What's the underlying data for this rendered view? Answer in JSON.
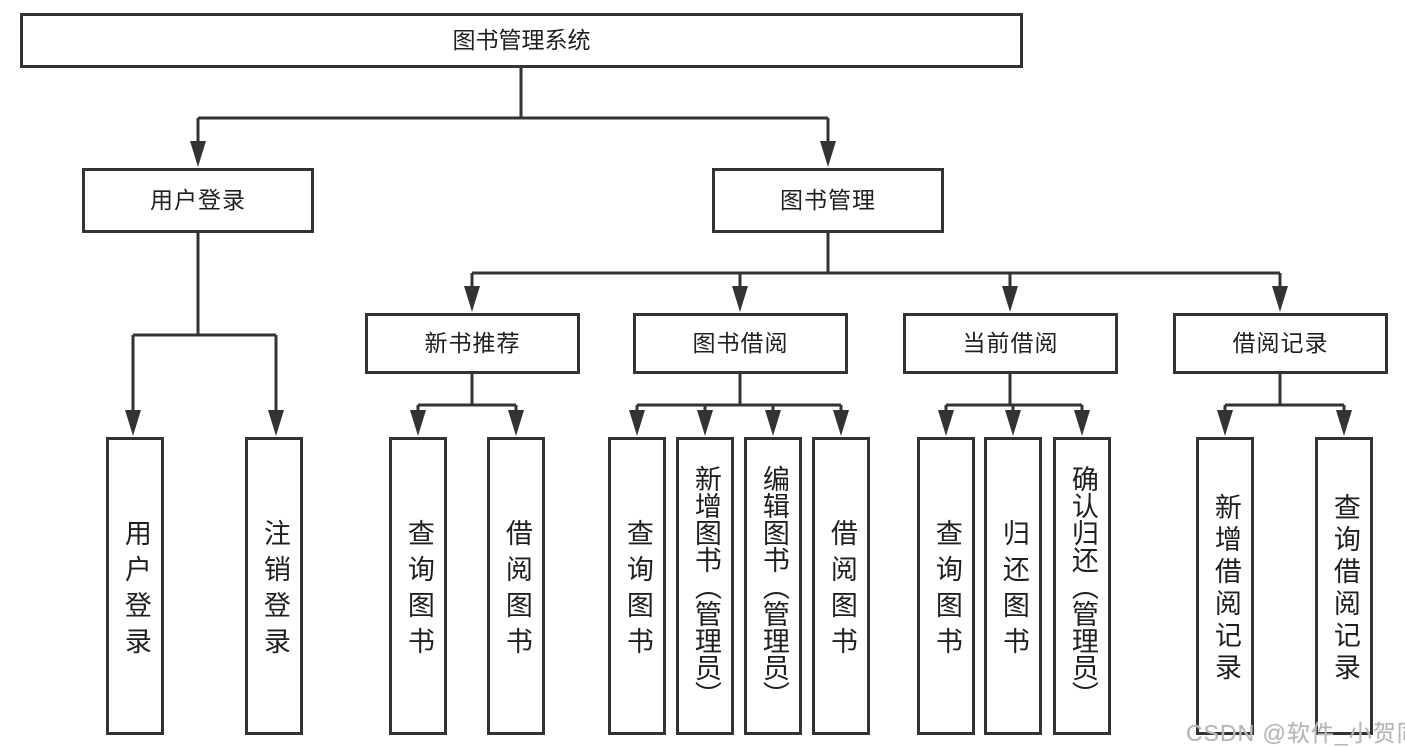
{
  "diagram": {
    "root": "图书管理系统",
    "level2": {
      "user_login": "用户登录",
      "book_mgmt": "图书管理"
    },
    "level3": {
      "new_books": "新书推荐",
      "book_borrow": "图书借阅",
      "current_borrow": "当前借阅",
      "borrow_records": "借阅记录"
    },
    "leaves": {
      "login": [
        "用户登录",
        "注销登录"
      ],
      "new_books": [
        "查询图书",
        "借阅图书"
      ],
      "book_borrow": [
        "查询图书",
        "新增图书（管理员）",
        "编辑图书（管理员）",
        "借阅图书"
      ],
      "current_borrow": [
        "查询图书",
        "归还图书",
        "确认归还（管理员）"
      ],
      "borrow_records": [
        "新增借阅记录",
        "查询借阅记录"
      ]
    }
  },
  "watermark": "CSDN @软件_小贺同学",
  "colors": {
    "line": "#333333",
    "text": "#1f1f1f",
    "watermark": "#b6b6b6",
    "background": "#ffffff"
  }
}
